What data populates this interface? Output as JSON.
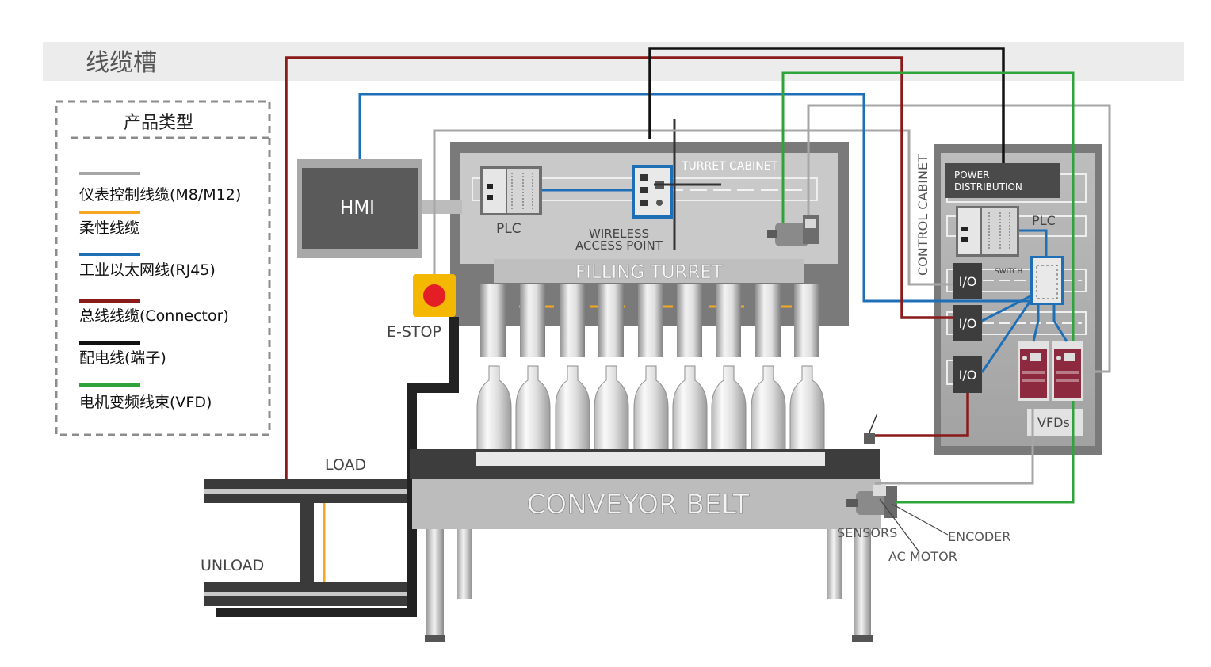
{
  "header": {
    "title": "线缆槽"
  },
  "legend": {
    "title": "产品类型",
    "items": [
      {
        "label": "仪表控制线缆(M8/M12)",
        "color": "#a6a6a6"
      },
      {
        "label": "柔性线缆",
        "color": "#f5a623"
      },
      {
        "label": "工业以太网线(RJ45)",
        "color": "#1f6fb7"
      },
      {
        "label": "总线线缆(Connector)",
        "color": "#8b1a1a"
      },
      {
        "label": "配电线(端子)",
        "color": "#111111"
      },
      {
        "label": "电机变频线束(VFD)",
        "color": "#2ea43a"
      }
    ]
  },
  "labels": {
    "hmi": "HMI",
    "estop": "E-STOP",
    "turret_plc": "PLC",
    "wireless_ap_1": "WIRELESS",
    "wireless_ap_2": "ACCESS POINT",
    "turret_cabinet": "TURRET CABINET",
    "filling_turret": "FILLING TURRET",
    "control_cabinet": "CONTROL CABINET",
    "power_distribution_1": "POWER",
    "power_distribution_2": "DISTRIBUTION",
    "cabinet_plc": "PLC",
    "switch": "SWITCH",
    "io": "I/O",
    "vfds": "VFDs",
    "load": "LOAD",
    "unload": "UNLOAD",
    "conveyor_belt": "CONVEYOR BELT",
    "sensors": "SENSORS",
    "encoder": "ENCODER",
    "ac_motor": "AC MOTOR"
  },
  "colors": {
    "instrument": "#a6a6a6",
    "flex": "#f5a623",
    "ethernet": "#1f6fb7",
    "bus": "#8b1a1a",
    "power": "#111111",
    "vfd": "#2ea43a",
    "estop_red": "#e31e24",
    "estop_yellow": "#f5b800",
    "vfd_body": "#8e2a3f"
  }
}
